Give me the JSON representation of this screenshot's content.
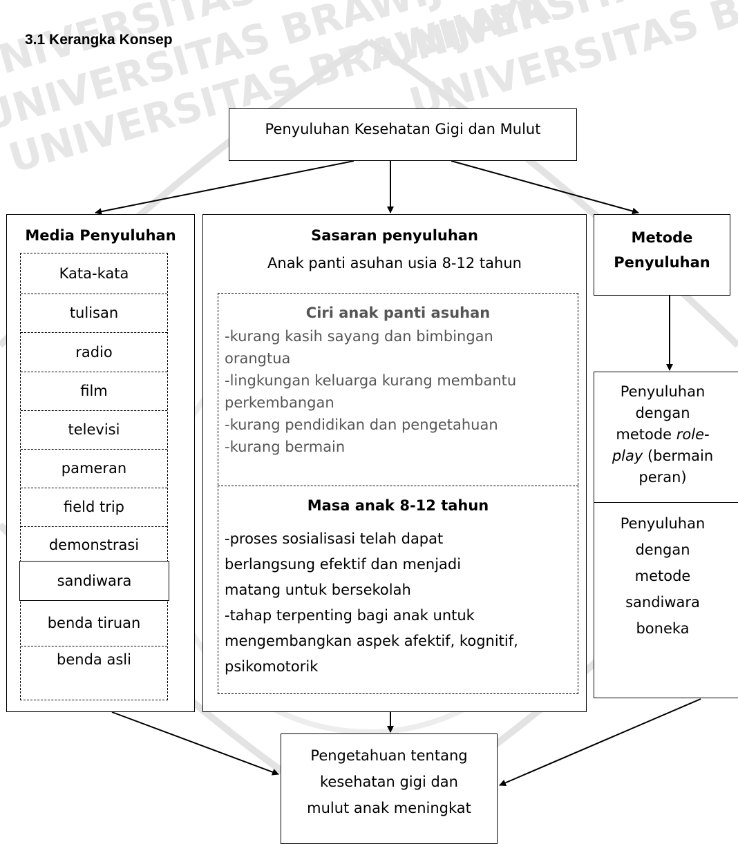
{
  "heading": "3.1 Kerangka Konsep",
  "watermark": {
    "text": "UNIVERSITAS BRAWIJAYA",
    "color": "#d9d9d9"
  },
  "top_box": "Penyuluhan Kesehatan Gigi dan Mulut",
  "media": {
    "title": "Media Penyuluhan",
    "items": [
      "Kata-kata",
      "tulisan",
      "radio",
      "film",
      "televisi",
      "pameran",
      "field trip",
      "demonstrasi",
      "sandiwara",
      "benda tiruan",
      "benda asli"
    ]
  },
  "sasaran": {
    "title": "Sasaran penyuluhan",
    "subtitle": "Anak panti asuhan usia 8-12 tahun",
    "ciri": {
      "title": "Ciri anak panti asuhan",
      "lines": [
        "-kurang kasih sayang dan bimbingan",
        "orangtua",
        "-lingkungan keluarga kurang membantu",
        "perkembangan",
        "-kurang pendidikan dan pengetahuan",
        "-kurang bermain"
      ]
    },
    "masa": {
      "title": "Masa anak 8-12 tahun",
      "lines": [
        "-proses sosialisasi telah dapat",
        "berlangsung efektif dan menjadi",
        "matang untuk bersekolah",
        "-tahap terpenting bagi anak untuk",
        "mengembangkan aspek afektif, kognitif,",
        "psikomotorik"
      ]
    }
  },
  "metode": {
    "title_line1": "Metode",
    "title_line2": "Penyuluhan",
    "roleplay": {
      "line1": "Penyuluhan",
      "line2": "dengan",
      "line3a": "metode ",
      "line3b": "role-",
      "line4a": "play",
      "line4b": " (bermain",
      "line5": "peran)"
    },
    "sandiwara": [
      "Penyuluhan",
      "dengan",
      "metode",
      "sandiwara",
      "boneka"
    ]
  },
  "result": [
    "Pengetahuan tentang",
    "kesehatan gigi dan",
    "mulut anak meningkat"
  ]
}
